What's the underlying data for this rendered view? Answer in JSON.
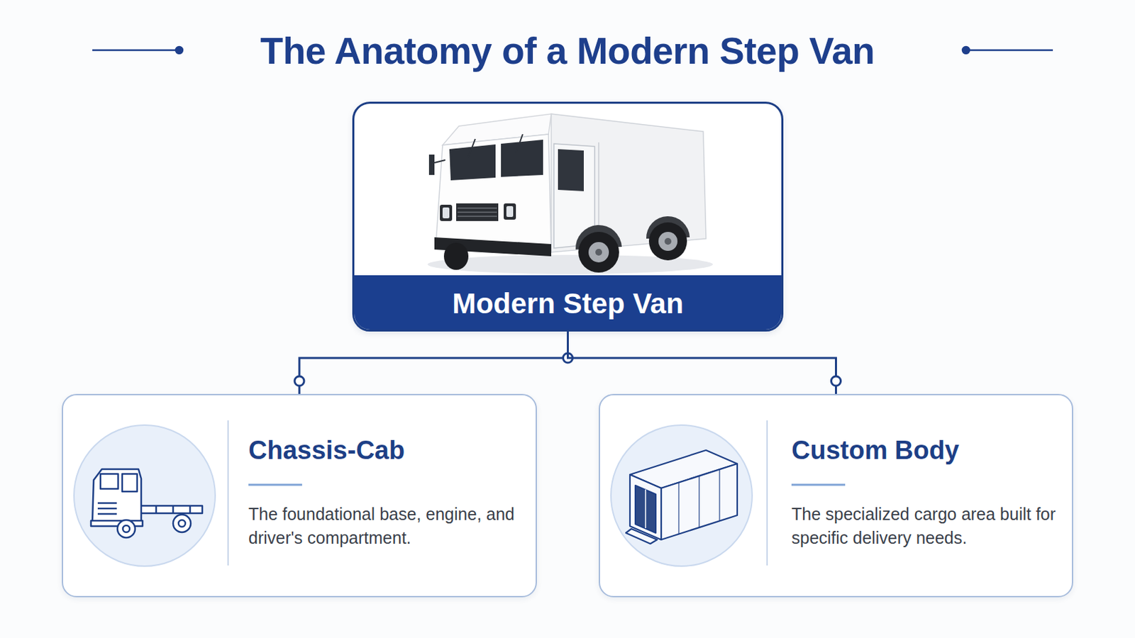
{
  "diagram": {
    "title": "The Anatomy of a Modern Step Van",
    "nodes": [
      {
        "text": [
          "Modern Step Van"
        ]
      },
      {
        "text": [
          "Chassis-Cab",
          "The foundational base, engine, and driver's compartment."
        ]
      },
      {
        "text": [
          "Custom Body",
          "The specialized cargo area built for specific delivery needs."
        ]
      }
    ],
    "edges": [
      {
        "from": 0,
        "to": 1,
        "arrow": "none"
      },
      {
        "from": 0,
        "to": 2,
        "arrow": "none"
      }
    ]
  }
}
